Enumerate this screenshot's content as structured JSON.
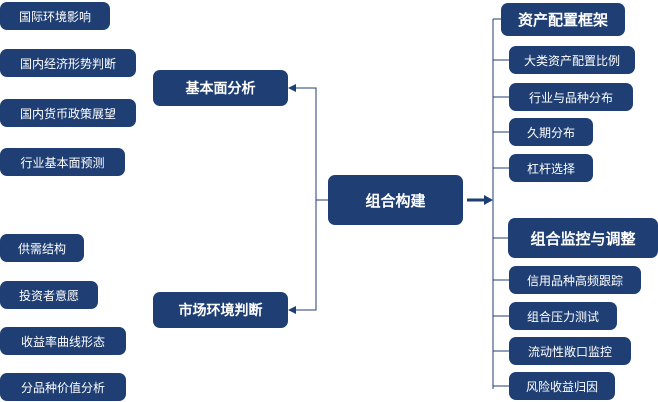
{
  "center": {
    "label": "组合构建"
  },
  "left": {
    "fundamental": {
      "label": "基本面分析",
      "items": [
        "国际环境影响",
        "国内经济形势判断",
        "国内货币政策展望",
        "行业基本面预测"
      ]
    },
    "market": {
      "label": "市场环境判断",
      "items": [
        "供需结构",
        "投资者意愿",
        "收益率曲线形态",
        "分品种价值分析"
      ]
    }
  },
  "right": {
    "allocation": {
      "label": "资产配置框架",
      "items": [
        "大类资产配置比例",
        "行业与品种分布",
        "久期分布",
        "杠杆选择"
      ]
    },
    "monitoring": {
      "label": "组合监控与调整",
      "items": [
        "信用品种高频跟踪",
        "组合压力测试",
        "流动性敞口监控",
        "风险收益归因"
      ]
    }
  },
  "colors": {
    "box": "#1f3f74",
    "line": "#1f3f74"
  }
}
